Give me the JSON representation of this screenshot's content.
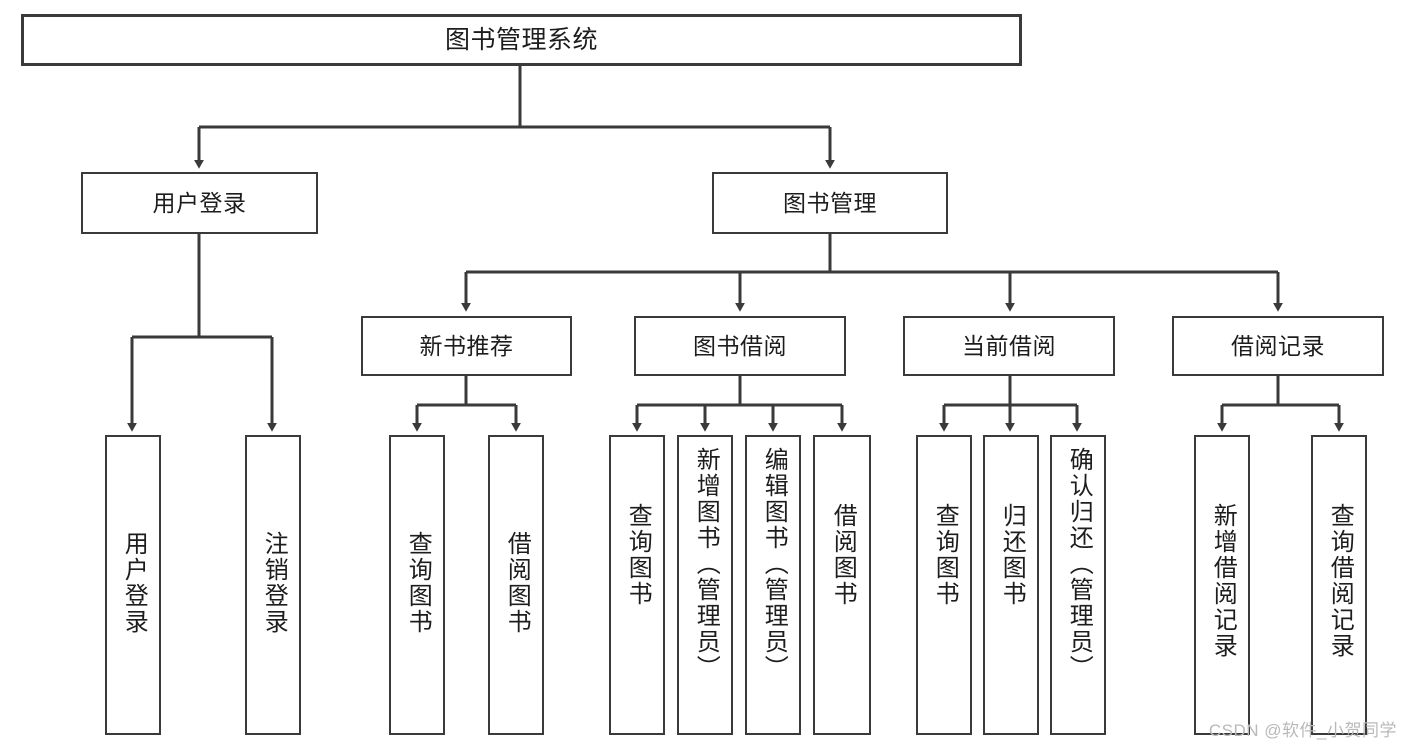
{
  "diagram": {
    "title": "图书管理系统",
    "watermark": "CSDN @软件_小贺同学",
    "line_color": "#3a3a3a",
    "box_fill": "#ffffff",
    "text_color": "#1d1d1d",
    "nodes": {
      "root": "图书管理系统",
      "user_login": "用户登录",
      "book_manage": "图书管理",
      "new_book_rec": "新书推荐",
      "book_borrow": "图书借阅",
      "current_borrow": "当前借阅",
      "borrow_record": "借阅记录",
      "leaf_user_login": "用户登录",
      "leaf_logout": "注销登录",
      "leaf_query_book_1": "查询图书",
      "leaf_borrow_book_1": "借阅图书",
      "leaf_query_book_2": "查询图书",
      "leaf_add_book": "新增图书（管理员）",
      "leaf_edit_book": "编辑图书（管理员）",
      "leaf_borrow_book_2": "借阅图书",
      "leaf_query_book_3": "查询图书",
      "leaf_return_book": "归还图书",
      "leaf_confirm_return": "确认归还（管理员）",
      "leaf_add_record": "新增借阅记录",
      "leaf_query_record": "查询借阅记录"
    }
  }
}
